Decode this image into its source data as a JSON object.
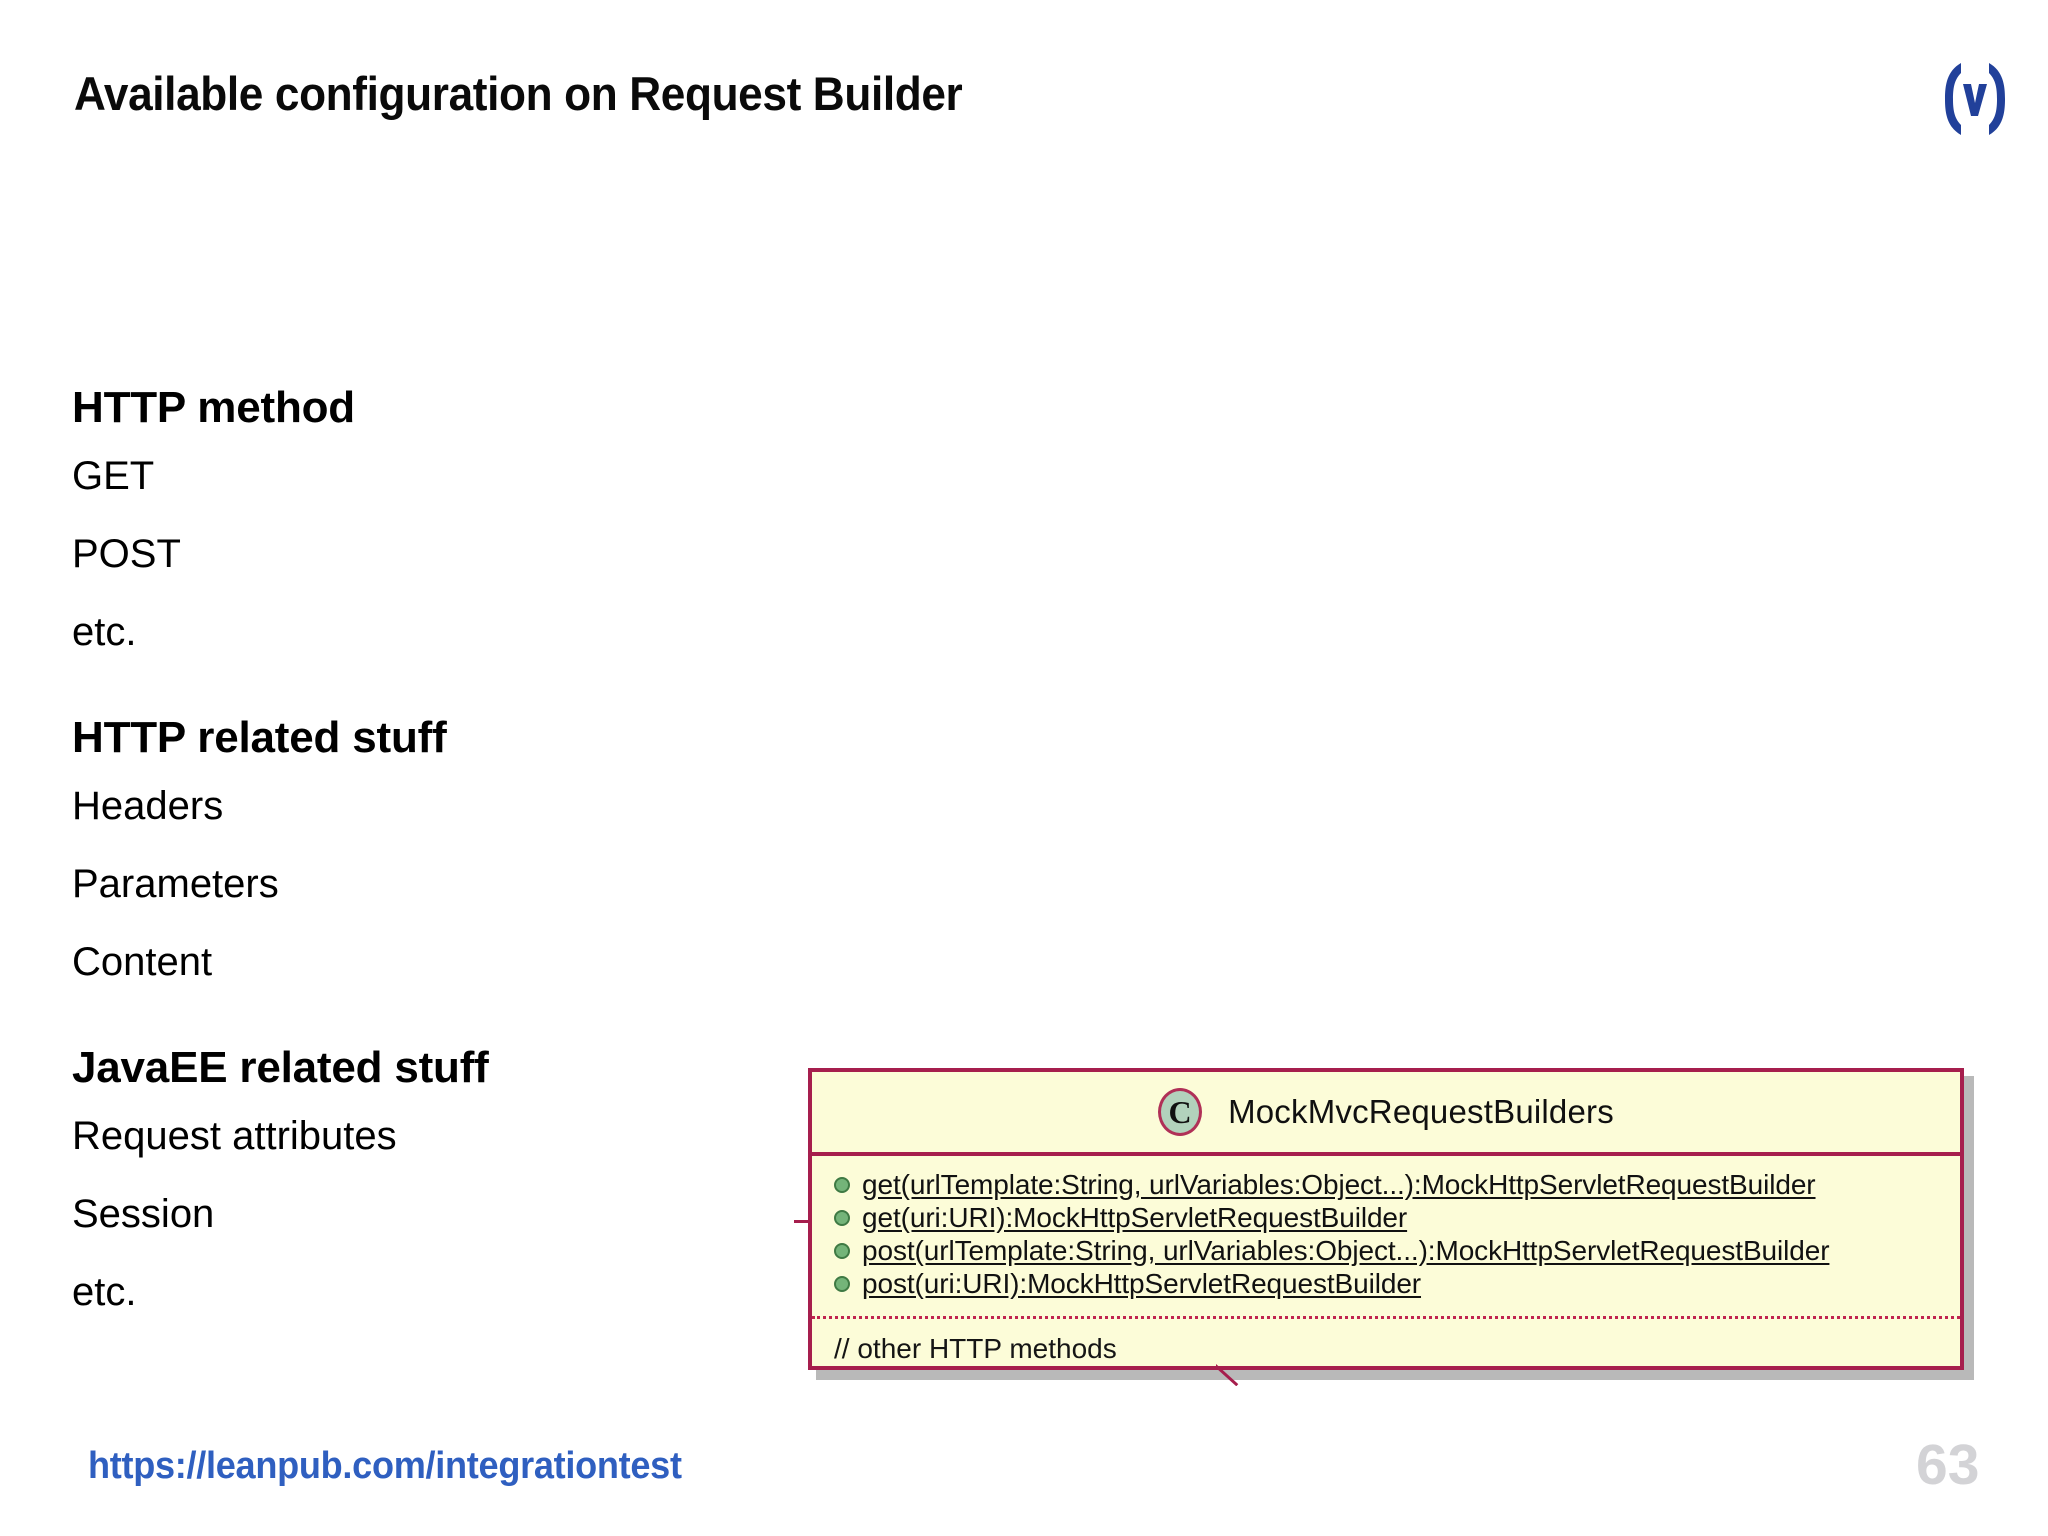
{
  "slide": {
    "title": "Available configuration on Request Builder",
    "page_number": "63",
    "background_color": "#ffffff"
  },
  "brand": {
    "logo_name": "leanpub-bracket-v-logo",
    "logo_glyph": "(v)",
    "logo_color": "#21409a"
  },
  "content": {
    "groups": [
      {
        "heading": "HTTP method",
        "items": [
          "GET",
          "POST",
          "etc."
        ]
      },
      {
        "heading": "HTTP related stuff",
        "items": [
          "Headers",
          "Parameters",
          "Content"
        ]
      },
      {
        "heading": "JavaEE related stuff",
        "items": [
          "Request attributes",
          "Session",
          "etc."
        ]
      }
    ]
  },
  "uml_diagram": {
    "stereotype": "C",
    "class_name": "MockMvcRequestBuilders",
    "fill_color": "#fcfcd8",
    "border_color": "#a61e4d",
    "stereotype_fill": "#b2d2bc",
    "bullet_color": "#74b479",
    "methods": [
      "get(urlTemplate:String, urlVariables:Object...):MockHttpServletRequestBuilder",
      "get(uri:URI):MockHttpServletRequestBuilder",
      "post(urlTemplate:String, urlVariables:Object...):MockHttpServletRequestBuilder",
      "post(uri:URI):MockHttpServletRequestBuilder"
    ],
    "note": "// other HTTP methods"
  },
  "footer": {
    "link_text": "https://leanpub.com/integrationtest",
    "link_color": "#2f5fc0"
  }
}
